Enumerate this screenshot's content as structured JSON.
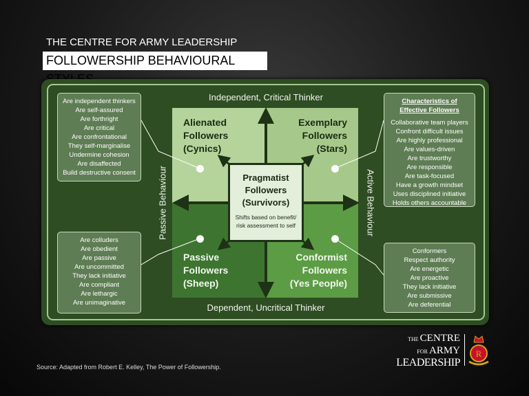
{
  "header": {
    "organisation": "THE CENTRE FOR ARMY LEADERSHIP",
    "title": "FOLLOWERSHIP BEHAVIOURAL STYLES"
  },
  "axes": {
    "top": "Independent,  Critical Thinker",
    "bottom": "Dependent,  Uncritical Thinker",
    "left": "Passive Behaviour",
    "right": "Active Behaviour"
  },
  "quadrants": {
    "alienated": [
      "Alienated",
      "Followers",
      "(Cynics)"
    ],
    "exemplary": [
      "Exemplary",
      "Followers",
      "(Stars)"
    ],
    "passive": [
      "Passive",
      "Followers",
      "(Sheep)"
    ],
    "conformist": [
      "Conformist",
      "Followers",
      "(Yes People)"
    ]
  },
  "center": {
    "name": [
      "Pragmatist",
      "Followers",
      "(Survivors)"
    ],
    "note": "Shifts based on benefit/ risk assessment to self"
  },
  "boxes": {
    "alienated": [
      "Are independent thinkers",
      "Are self-assured",
      "Are forthright",
      "Are critical",
      "Are confrontational",
      "They self-marginalise",
      "Undermine cohesion",
      "Are disaffected",
      "Build destructive consent"
    ],
    "exemplary_heading": [
      "Characteristics of",
      "Effective Followers"
    ],
    "exemplary": [
      "Collaborative team players",
      "Confront difficult issues",
      "Are highly professional",
      "Are values-driven",
      "Are trustworthy",
      "Are responsible",
      "Are task-focused",
      "Have a growth mindset",
      "Uses disciplined initiative",
      "Holds others accountable"
    ],
    "passive": [
      "Are colluders",
      "Are obedient",
      "Are passive",
      "Are uncommitted",
      "They lack initiative",
      "Are compliant",
      "Are lethargic",
      "Are unimaginative"
    ],
    "conformist": [
      "Conformers",
      "Respect authority",
      "Are energetic",
      "Are proactive",
      "They lack initiative",
      "Are submissive",
      "Are deferential"
    ]
  },
  "source": "Source: Adapted from Robert E. Kelley, The Power of Followership.",
  "logo": {
    "line1": "THE CENTRE",
    "line2": "FOR ARMY",
    "line3": "LEADERSHIP"
  }
}
